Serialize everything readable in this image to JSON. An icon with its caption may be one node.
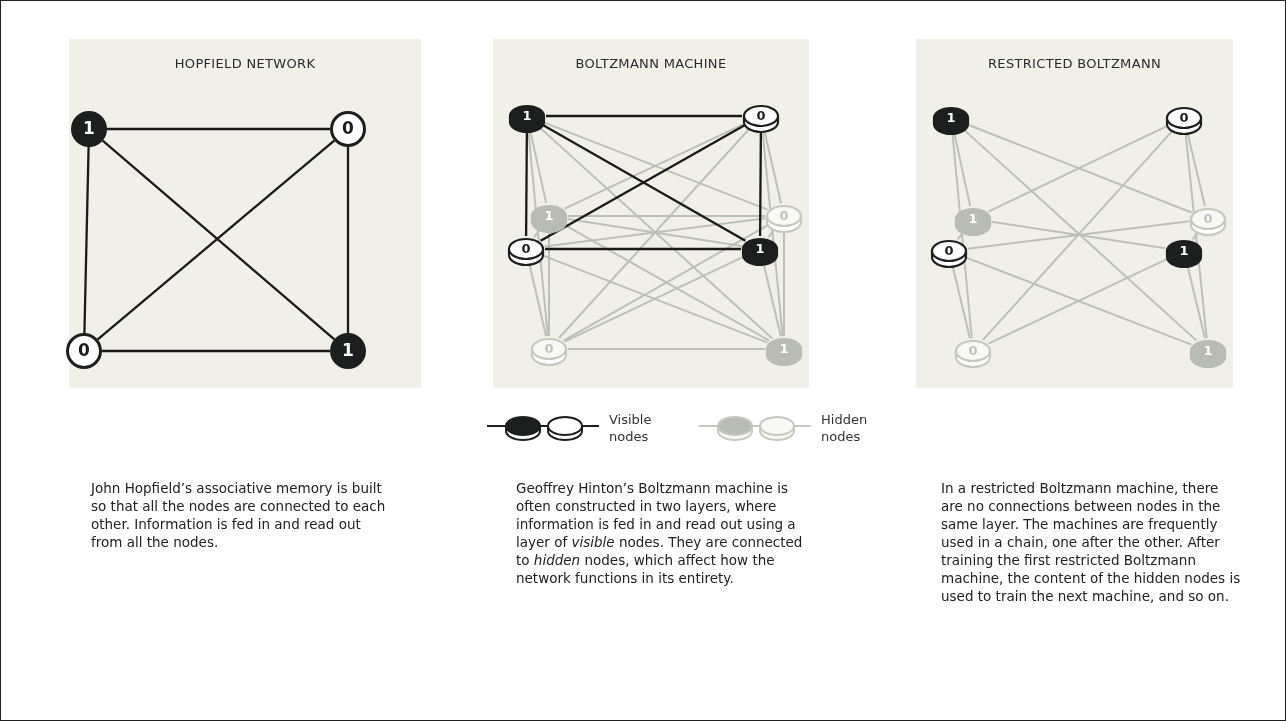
{
  "diagram": {
    "nodes": [
      {
        "text": [
          "HOPFIELD NETWORK"
        ]
      },
      {
        "text": [
          "1"
        ],
        "in": 0
      },
      {
        "text": [
          "0"
        ],
        "in": 0
      },
      {
        "text": [
          "0"
        ],
        "in": 0
      },
      {
        "text": [
          "1"
        ],
        "in": 0
      },
      {
        "text": [
          "BOLTZMANN MACHINE"
        ]
      },
      {
        "text": [
          "1"
        ],
        "in": 5
      },
      {
        "text": [
          "0"
        ],
        "in": 5
      },
      {
        "text": [
          "1"
        ],
        "in": 5
      },
      {
        "text": [
          "0"
        ],
        "in": 5
      },
      {
        "text": [
          "0"
        ],
        "in": 5
      },
      {
        "text": [
          "1"
        ],
        "in": 5
      },
      {
        "text": [
          "0"
        ],
        "in": 5
      },
      {
        "text": [
          "1"
        ],
        "in": 5
      },
      {
        "text": [
          "RESTRICTED BOLTZMANN"
        ]
      },
      {
        "text": [
          "1"
        ],
        "in": 14
      },
      {
        "text": [
          "0"
        ],
        "in": 14
      },
      {
        "text": [
          "1"
        ],
        "in": 14
      },
      {
        "text": [
          "0"
        ],
        "in": 14
      },
      {
        "text": [
          "0"
        ],
        "in": 14
      },
      {
        "text": [
          "1"
        ],
        "in": 14
      },
      {
        "text": [
          "0"
        ],
        "in": 14
      },
      {
        "text": [
          "1"
        ],
        "in": 14
      }
    ],
    "edges": [
      {
        "from": 1,
        "to": 2,
        "arrow": "none",
        "color": "#1a1a1a"
      },
      {
        "from": 1,
        "to": 3,
        "arrow": "none",
        "color": "#1a1a1a"
      },
      {
        "from": 1,
        "to": 4,
        "arrow": "none",
        "color": "#1a1a1a"
      },
      {
        "from": 2,
        "to": 3,
        "arrow": "none",
        "color": "#1a1a1a"
      },
      {
        "from": 2,
        "to": 4,
        "arrow": "none",
        "color": "#1a1a1a"
      },
      {
        "from": 3,
        "to": 4,
        "arrow": "none",
        "color": "#1a1a1a"
      },
      {
        "from": 6,
        "to": 8,
        "arrow": "none"
      },
      {
        "from": 6,
        "to": 9,
        "arrow": "none"
      },
      {
        "from": 6,
        "to": 12,
        "arrow": "none"
      },
      {
        "from": 6,
        "to": 13,
        "arrow": "none"
      },
      {
        "from": 7,
        "to": 8,
        "arrow": "none"
      },
      {
        "from": 7,
        "to": 9,
        "arrow": "none"
      },
      {
        "from": 7,
        "to": 12,
        "arrow": "none"
      },
      {
        "from": 7,
        "to": 13,
        "arrow": "none"
      },
      {
        "from": 10,
        "to": 8,
        "arrow": "none"
      },
      {
        "from": 10,
        "to": 9,
        "arrow": "none"
      },
      {
        "from": 10,
        "to": 12,
        "arrow": "none"
      },
      {
        "from": 10,
        "to": 13,
        "arrow": "none"
      },
      {
        "from": 11,
        "to": 8,
        "arrow": "none"
      },
      {
        "from": 11,
        "to": 9,
        "arrow": "none"
      },
      {
        "from": 11,
        "to": 12,
        "arrow": "none"
      },
      {
        "from": 11,
        "to": 13,
        "arrow": "none"
      },
      {
        "from": 8,
        "to": 9,
        "arrow": "none"
      },
      {
        "from": 8,
        "to": 12,
        "arrow": "none"
      },
      {
        "from": 8,
        "to": 13,
        "arrow": "none"
      },
      {
        "from": 9,
        "to": 12,
        "arrow": "none"
      },
      {
        "from": 9,
        "to": 13,
        "arrow": "none"
      },
      {
        "from": 12,
        "to": 13,
        "arrow": "none"
      },
      {
        "from": 6,
        "to": 7,
        "arrow": "none",
        "color": "#1a1a1a"
      },
      {
        "from": 6,
        "to": 10,
        "arrow": "none",
        "color": "#1a1a1a"
      },
      {
        "from": 6,
        "to": 11,
        "arrow": "none",
        "color": "#1a1a1a"
      },
      {
        "from": 7,
        "to": 10,
        "arrow": "none",
        "color": "#1a1a1a"
      },
      {
        "from": 7,
        "to": 11,
        "arrow": "none",
        "color": "#1a1a1a"
      },
      {
        "from": 10,
        "to": 11,
        "arrow": "none",
        "color": "#1a1a1a"
      },
      {
        "from": 15,
        "to": 17,
        "arrow": "none"
      },
      {
        "from": 15,
        "to": 18,
        "arrow": "none"
      },
      {
        "from": 15,
        "to": 21,
        "arrow": "none"
      },
      {
        "from": 15,
        "to": 22,
        "arrow": "none"
      },
      {
        "from": 16,
        "to": 17,
        "arrow": "none"
      },
      {
        "from": 16,
        "to": 18,
        "arrow": "none"
      },
      {
        "from": 16,
        "to": 21,
        "arrow": "none"
      },
      {
        "from": 16,
        "to": 22,
        "arrow": "none"
      },
      {
        "from": 19,
        "to": 17,
        "arrow": "none"
      },
      {
        "from": 19,
        "to": 18,
        "arrow": "none"
      },
      {
        "from": 19,
        "to": 21,
        "arrow": "none"
      },
      {
        "from": 19,
        "to": 22,
        "arrow": "none"
      },
      {
        "from": 20,
        "to": 17,
        "arrow": "none"
      },
      {
        "from": 20,
        "to": 18,
        "arrow": "none"
      },
      {
        "from": 20,
        "to": 21,
        "arrow": "none"
      },
      {
        "from": 20,
        "to": 22,
        "arrow": "none"
      }
    ],
    "labels": [
      "John Hopfield’s associative memory is built so that all the nodes are connected to each other. Information is fed in and read out from all the nodes.",
      "Geoffrey Hinton’s Boltzmann machine is often constructed in two layers, where information is fed in and read out using a layer of *visible* nodes. They are connected to *hidden* nodes, which affect how the network functions in its entirety.",
      "In a restricted Boltzmann machine, there are no connections between nodes in the same layer. The machines are frequently used in a chain, one after the other. After training the first restricted Boltzmann machine, the content of the hidden nodes is used to train the next machine, and so on."
    ],
    "legend": [
      {
        "text": "Visible nodes"
      },
      {
        "text": "Hidden nodes"
      }
    ]
  }
}
